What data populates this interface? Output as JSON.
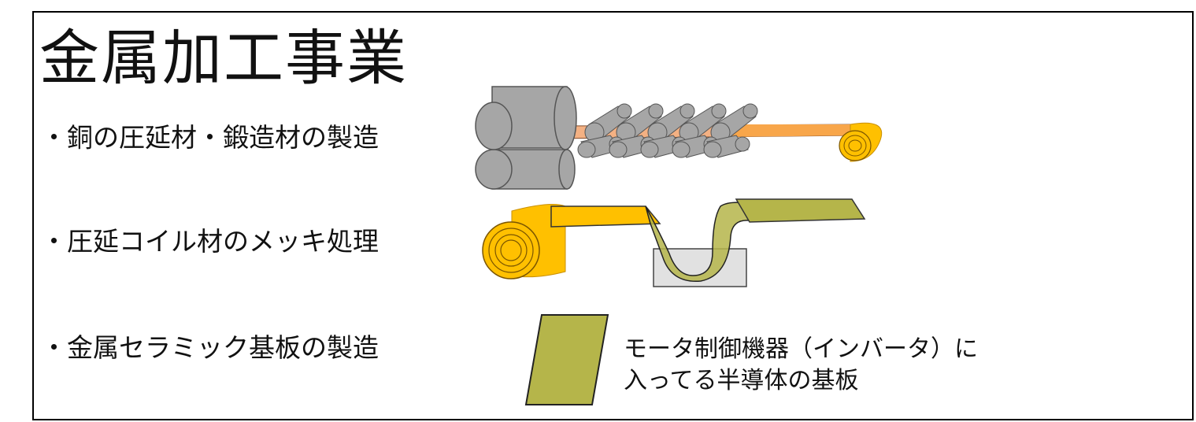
{
  "title": "金属加工事業",
  "items": [
    {
      "text": "・銅の圧延材・鍛造材の製造"
    },
    {
      "text": "・圧延コイル材のメッキ処理"
    },
    {
      "text": "・金属セラミック基板の製造"
    }
  ],
  "substrate_note": {
    "line1": "モータ制御機器（インバータ）に",
    "line2": "入ってる半導体の基板"
  },
  "colors": {
    "roller_gray": "#a6a6a6",
    "copper_strip": "#f4b183",
    "coil_gold": "#ffc000",
    "plated_olive": "#b5b54a",
    "bath_gray": "#d9d9d9"
  }
}
